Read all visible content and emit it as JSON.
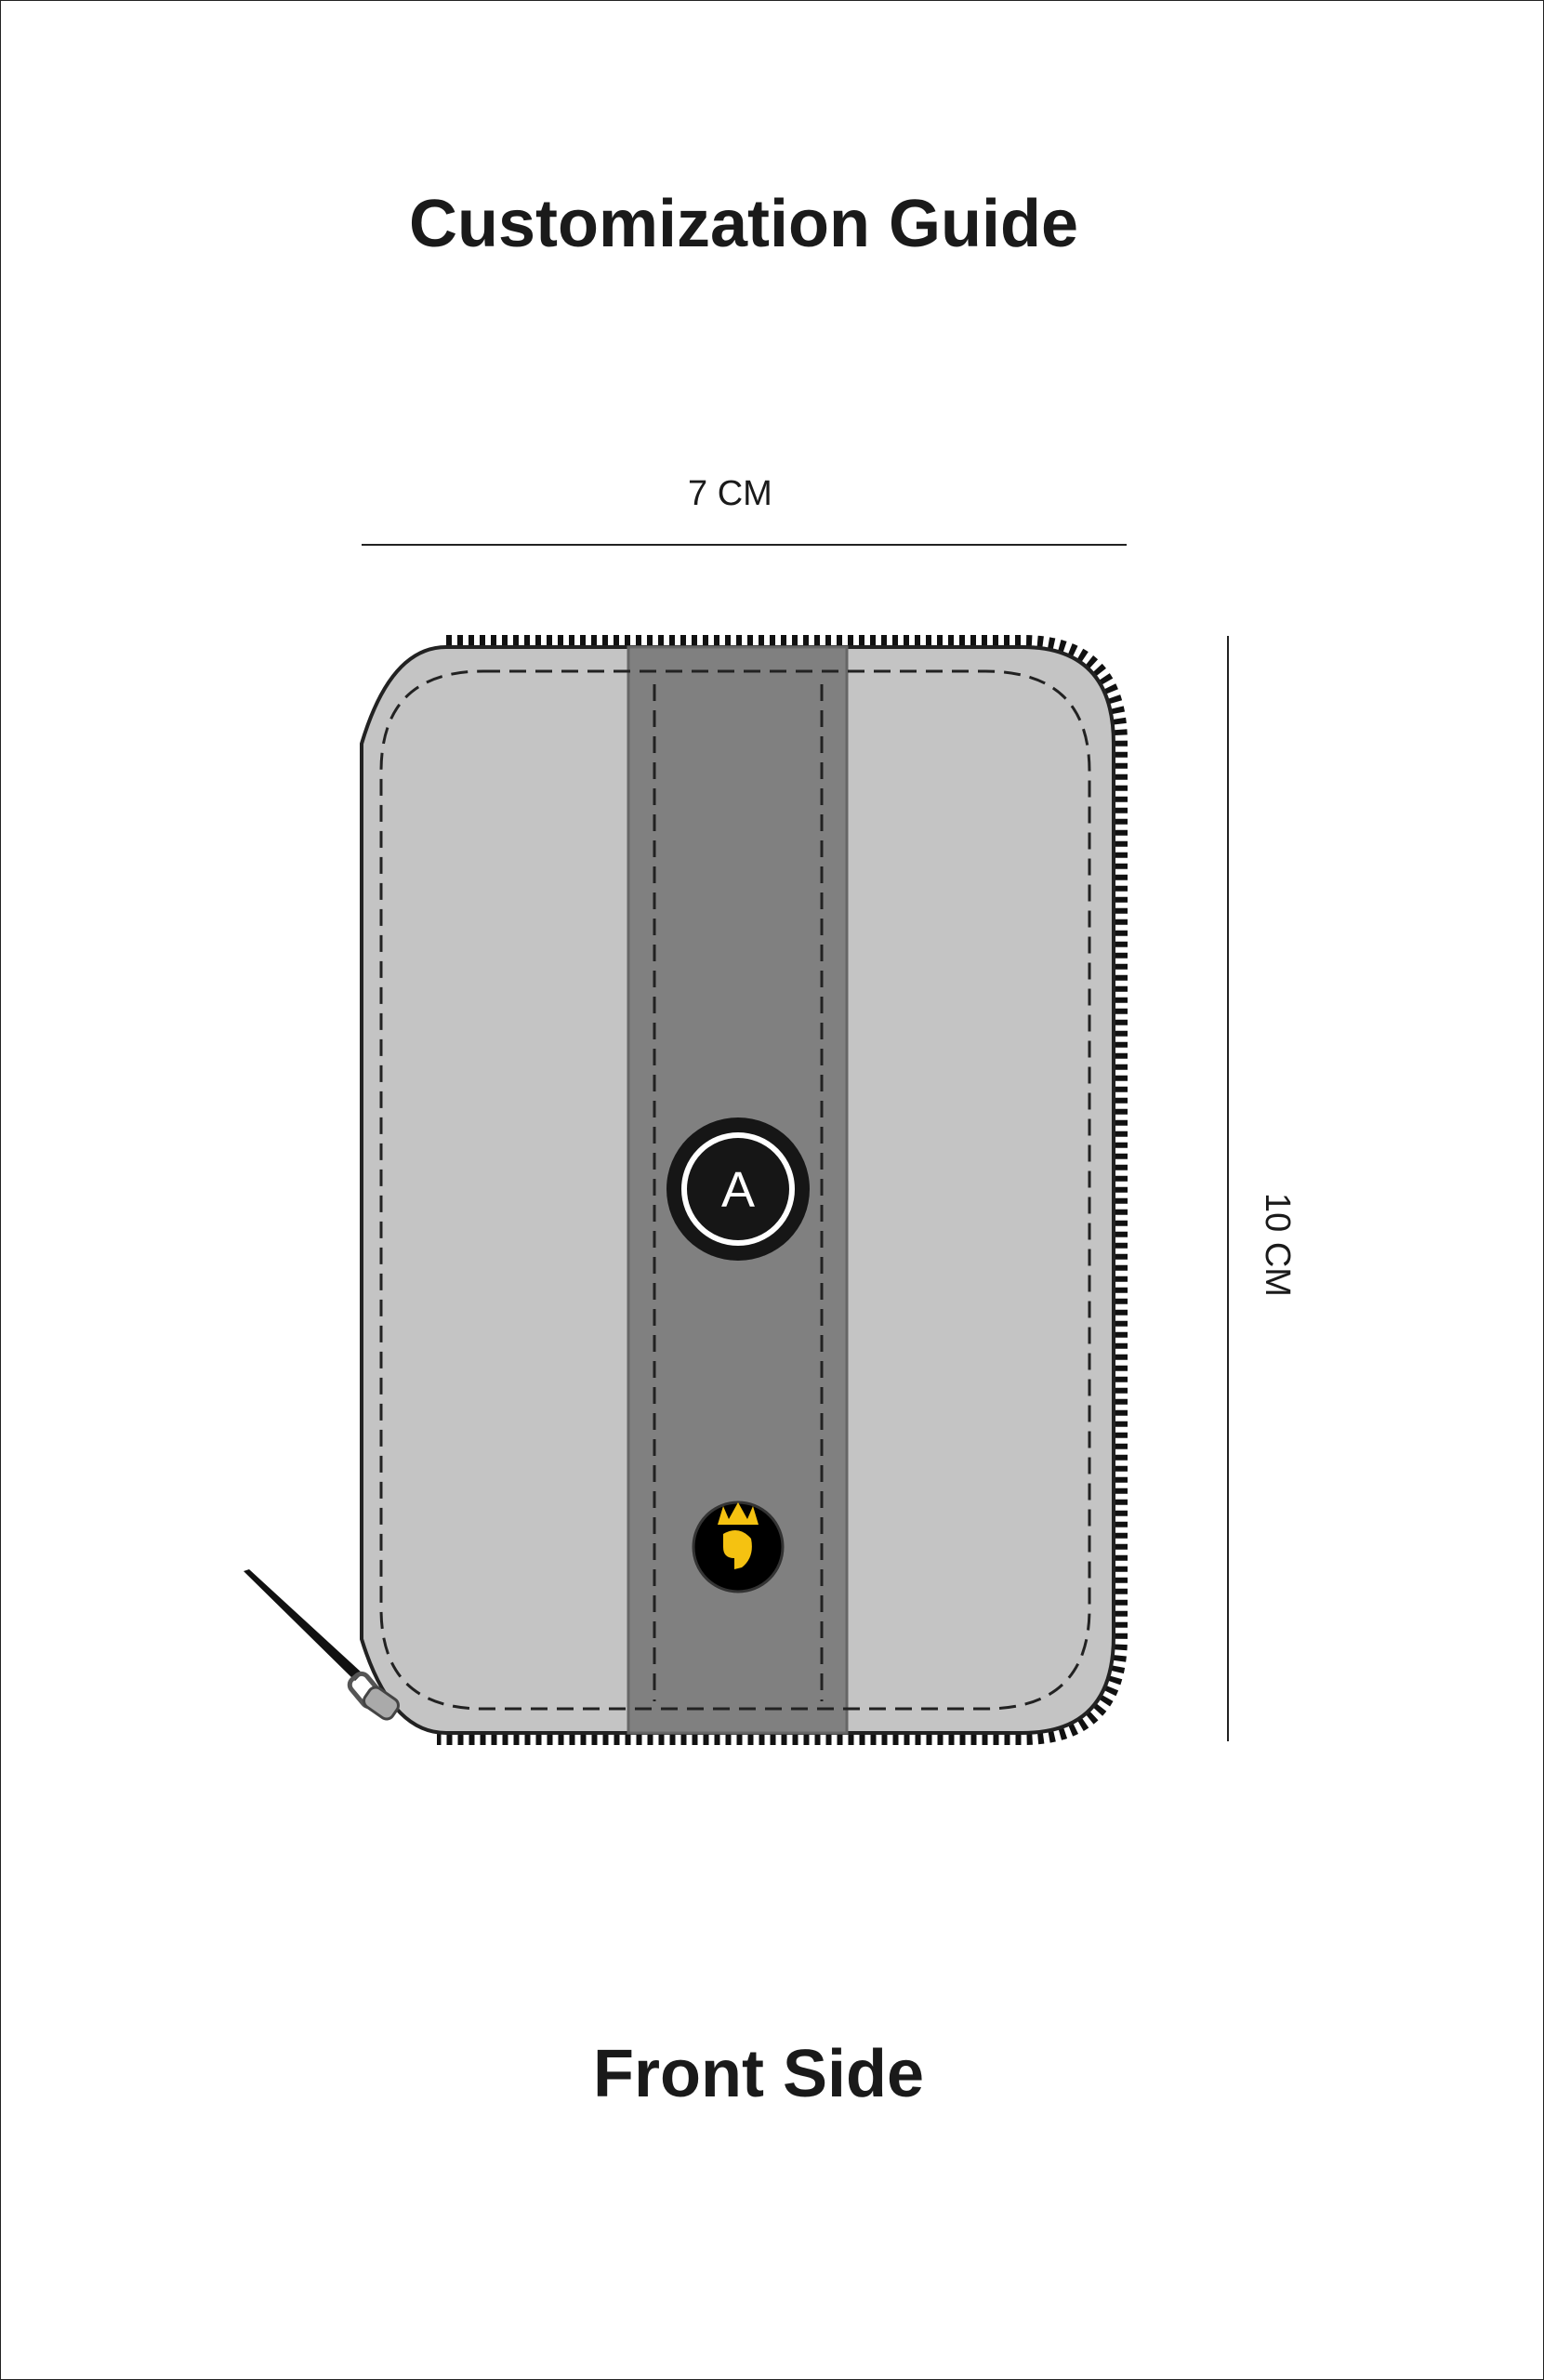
{
  "title": "Customization Guide",
  "width_label": "7 CM",
  "height_label": "10 CM",
  "monogram_letter": "A",
  "caption": "Front Side",
  "colors": {
    "body": "#c4c4c4",
    "strap": "#808080",
    "zipper": "#111111",
    "badge": "#161616",
    "logo": "#f5c211"
  }
}
